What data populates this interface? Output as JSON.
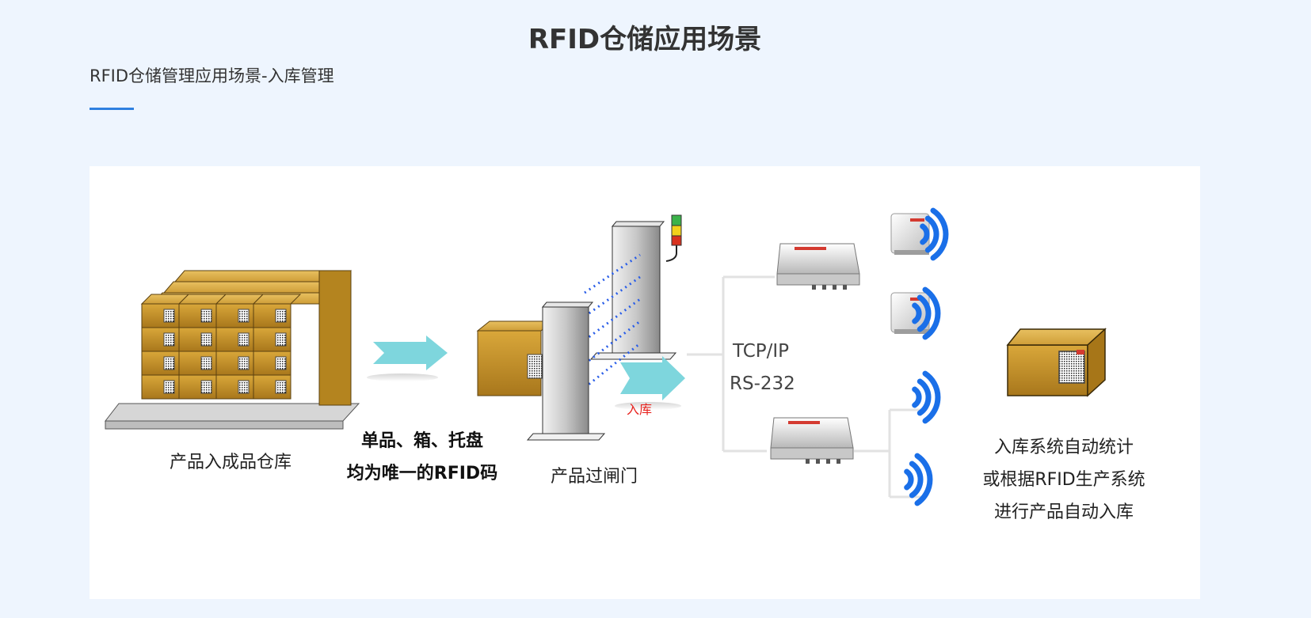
{
  "header": {
    "title": "RFID仓储应用场景",
    "subtitle": "RFID仓储管理应用场景-入库管理"
  },
  "diagram": {
    "step1_label": "产品入成品仓库",
    "step2_line1": "单品、箱、托盘",
    "step2_line2": "均为唯一的RFID码",
    "step3_label": "产品过闸门",
    "inbound_label": "入库",
    "protocol_tcp": "TCP/IP",
    "protocol_rs232": "RS-232",
    "result_line1": "入库系统自动统计",
    "result_line2": "或根据RFID生产系统",
    "result_line3": "进行产品自动入库"
  },
  "colors": {
    "background": "#eef5fe",
    "accent": "#2f80e0",
    "arrow": "#7ed6dd",
    "wave": "#1a6fe8",
    "box": "#c9962a",
    "label_red": "#e8231f"
  }
}
